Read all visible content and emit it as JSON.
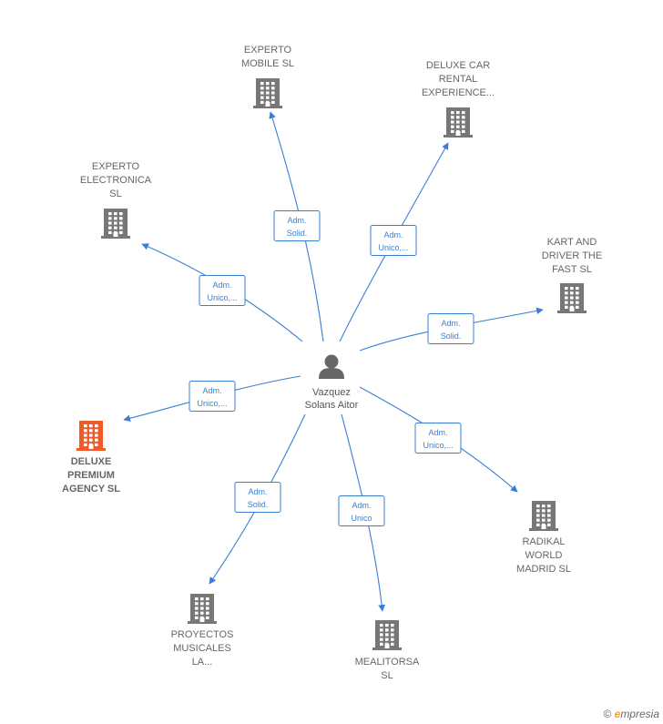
{
  "center": {
    "lines": [
      "Vazquez",
      "Solans Aitor"
    ],
    "icon": "person-icon"
  },
  "colors": {
    "edge": "#3a7fd5",
    "building": "#777777",
    "highlight": "#f05a28"
  },
  "companies": [
    {
      "id": "experto-mobile",
      "lines": [
        "EXPERTO",
        "MOBILE  SL"
      ],
      "highlight": false,
      "edge_lines": [
        "Adm.",
        "Solid."
      ]
    },
    {
      "id": "deluxe-car-rental",
      "lines": [
        "DELUXE CAR",
        "RENTAL",
        "EXPERIENCE..."
      ],
      "highlight": false,
      "edge_lines": [
        "Adm.",
        "Unico,..."
      ]
    },
    {
      "id": "experto-electronica",
      "lines": [
        "EXPERTO",
        "ELECTRONICA",
        "SL"
      ],
      "highlight": false,
      "edge_lines": [
        "Adm.",
        "Unico,..."
      ]
    },
    {
      "id": "kart-and-driver",
      "lines": [
        "KART AND",
        "DRIVER THE",
        "FAST  SL"
      ],
      "highlight": false,
      "edge_lines": [
        "Adm.",
        "Solid."
      ]
    },
    {
      "id": "deluxe-premium-agency",
      "lines": [
        "DELUXE",
        "PREMIUM",
        "AGENCY  SL"
      ],
      "highlight": true,
      "edge_lines": [
        "Adm.",
        "Unico,..."
      ]
    },
    {
      "id": "radikal-world-madrid",
      "lines": [
        "RADIKAL",
        "WORLD",
        "MADRID  SL"
      ],
      "highlight": false,
      "edge_lines": [
        "Adm.",
        "Unico,..."
      ]
    },
    {
      "id": "proyectos-musicales",
      "lines": [
        "PROYECTOS",
        "MUSICALES",
        "LA..."
      ],
      "highlight": false,
      "edge_lines": [
        "Adm.",
        "Solid."
      ]
    },
    {
      "id": "mealitorsa",
      "lines": [
        "MEALITORSA",
        "SL"
      ],
      "highlight": false,
      "edge_lines": [
        "Adm.",
        "Unico"
      ]
    }
  ],
  "footer": {
    "copyright": "©",
    "brand_first": "e",
    "brand_rest": "mpresia"
  }
}
